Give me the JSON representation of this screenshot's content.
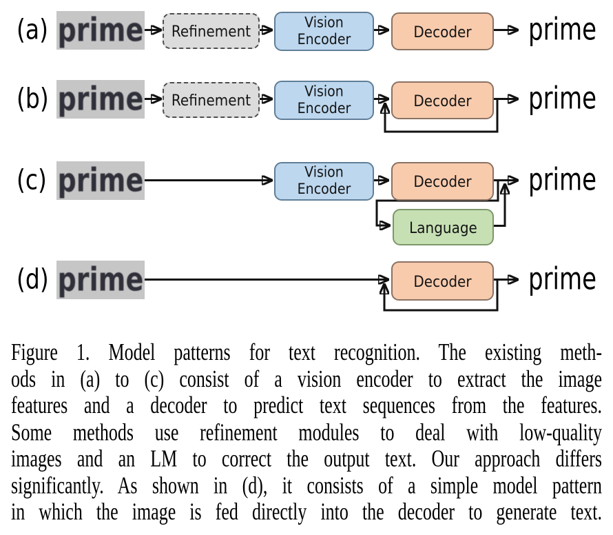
{
  "figure": {
    "rows": {
      "a": {
        "tag": "(a)",
        "input": "prime",
        "output": "prime",
        "refinement": "Refinement",
        "vision_encoder_line1": "Vision",
        "vision_encoder_line2": "Encoder",
        "decoder": "Decoder"
      },
      "b": {
        "tag": "(b)",
        "input": "prime",
        "output": "prime",
        "refinement": "Refinement",
        "vision_encoder_line1": "Vision",
        "vision_encoder_line2": "Encoder",
        "decoder": "Decoder",
        "has_feedback_loop": "true"
      },
      "c": {
        "tag": "(c)",
        "input": "prime",
        "output": "prime",
        "vision_encoder_line1": "Vision",
        "vision_encoder_line2": "Encoder",
        "decoder": "Decoder",
        "language": "Language"
      },
      "d": {
        "tag": "(d)",
        "input": "prime",
        "output": "prime",
        "decoder": "Decoder",
        "has_feedback_loop": "true"
      }
    },
    "colors": {
      "refinement_fill": "#dcdcdc",
      "vision_encoder_fill": "#bdd7ee",
      "decoder_fill": "#f8cbad",
      "language_fill": "#c6e0b4",
      "input_image_background": "#c6c6c6",
      "wire": "#111111"
    }
  },
  "caption": {
    "lines": [
      "Figure 1. Model patterns for text recognition. The existing meth-",
      "ods in (a) to (c) consist of a vision encoder to extract the image",
      "features and a decoder to predict text sequences from the features.",
      "Some methods use refinement modules to deal with low-quality",
      "images and an LM to correct the output text. Our approach differs",
      "significantly. As shown in (d), it consists of a simple model pattern",
      "in which the image is fed directly into the decoder to generate text."
    ]
  }
}
